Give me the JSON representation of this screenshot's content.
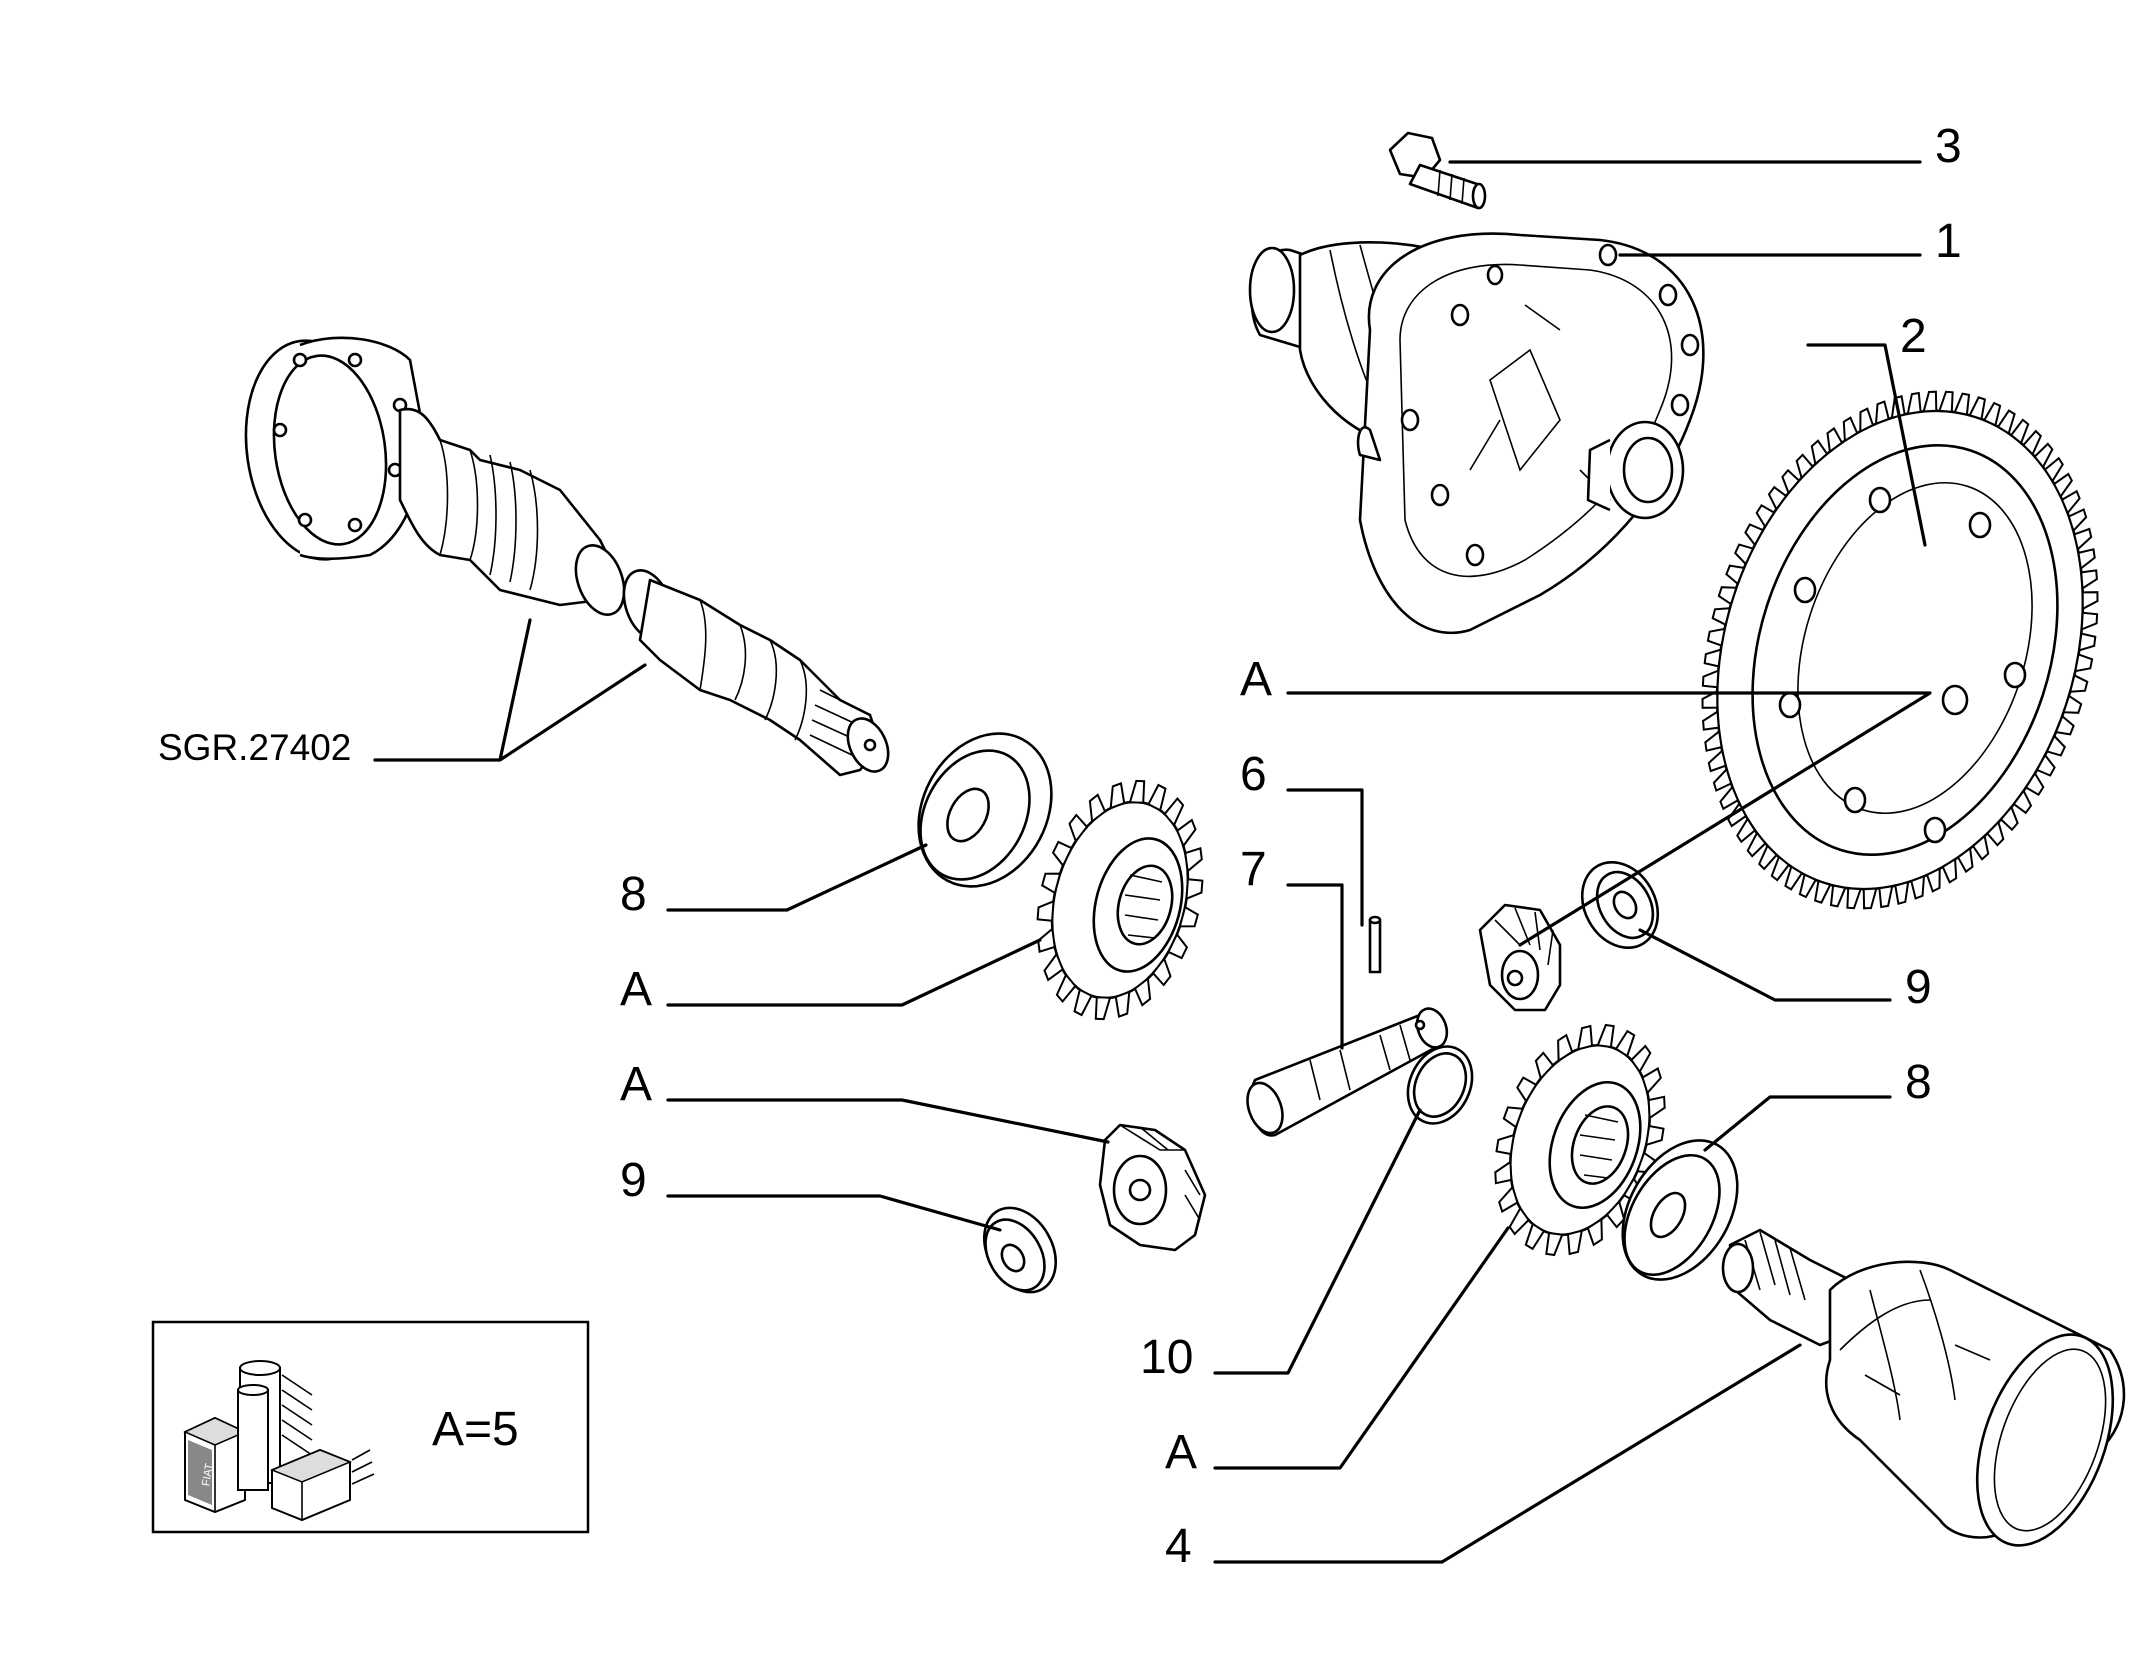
{
  "labels": {
    "l3": "3",
    "l1": "1",
    "l2": "2",
    "lA_top": "A",
    "l6": "6",
    "l7": "7",
    "l9_right": "9",
    "l8_right": "8",
    "lSGR": "SGR.27402",
    "l8_left": "8",
    "lA_left1": "A",
    "lA_left2": "A",
    "l9_left": "9",
    "l10": "10",
    "lA_bottom": "A",
    "l4": "4"
  },
  "legend": {
    "text": "A=5",
    "logo_text": "FIAT"
  },
  "colors": {
    "line": "#000000",
    "background": "#ffffff"
  }
}
